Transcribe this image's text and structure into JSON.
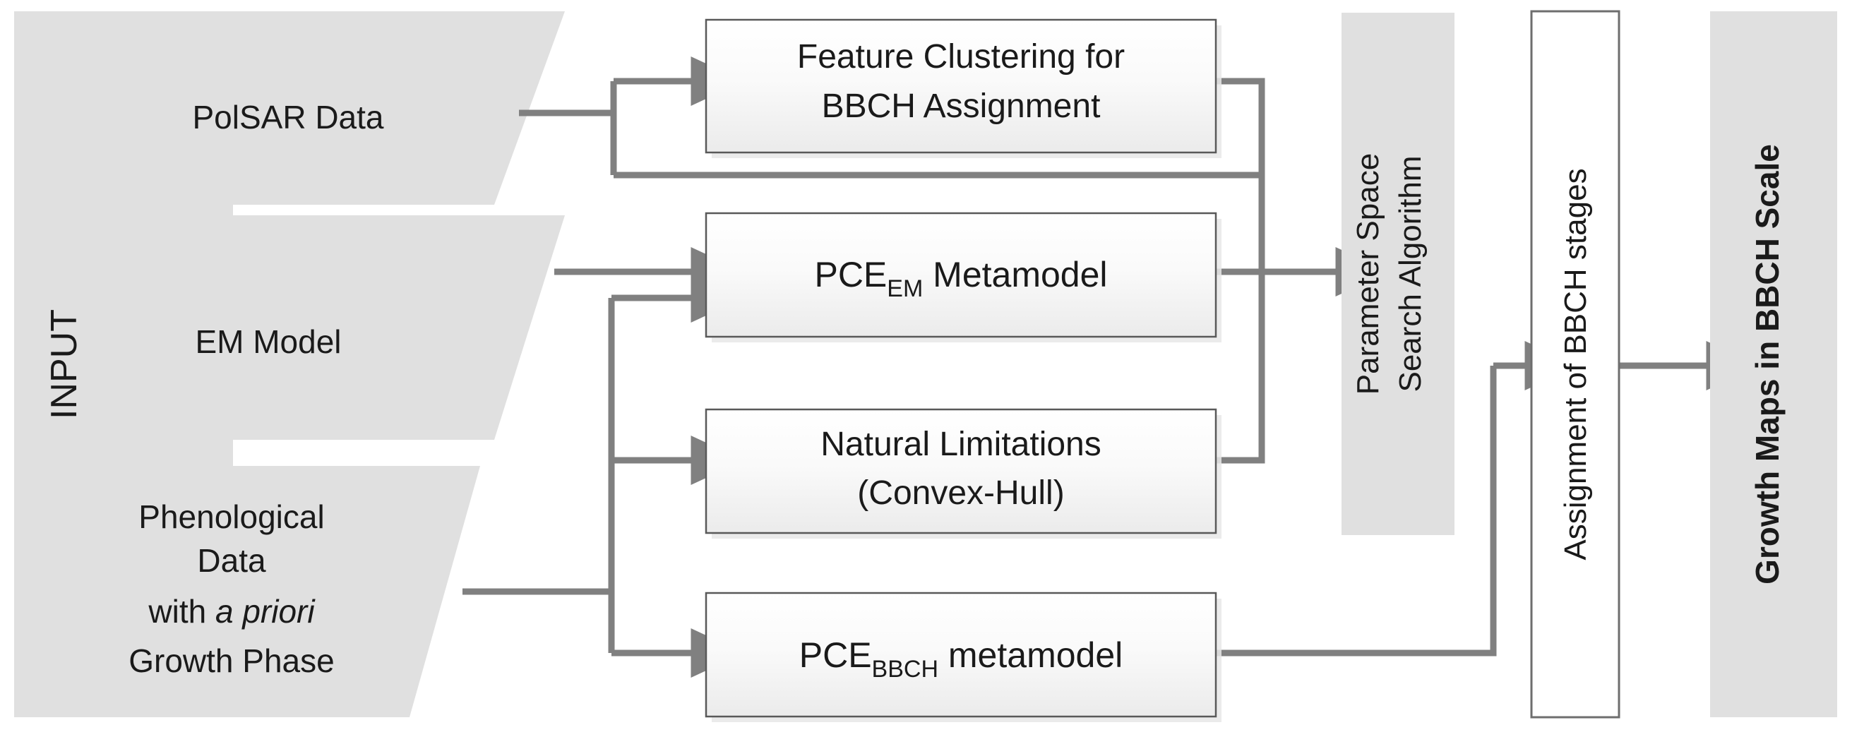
{
  "diagram": {
    "title": "PolSAR BBCH growth-stage retrieval workflow",
    "colors": {
      "panel_gray": "#e0e0e0",
      "connector_gray": "#808080",
      "box_border": "#595959",
      "box_fill_top": "#fefefe",
      "box_fill_bottom": "#ededed",
      "text": "#1a1a1a",
      "background": "#ffffff"
    }
  },
  "input_panel": {
    "label": "INPUT",
    "orientation": "vertical-bottom-to-top",
    "items": [
      {
        "id": "polsar",
        "label": "PolSAR Data",
        "shape": "parallelogram"
      },
      {
        "id": "em-model",
        "label": "EM Model",
        "shape": "parallelogram"
      },
      {
        "id": "phenological",
        "shape": "parallelogram",
        "lines": [
          {
            "text": "Phenological",
            "style": "normal"
          },
          {
            "text": "Data",
            "style": "normal"
          },
          {
            "text_before": "with ",
            "text_italic": "a priori",
            "style": "mixed"
          },
          {
            "text": "Growth Phase",
            "style": "normal"
          }
        ]
      }
    ]
  },
  "process_boxes": [
    {
      "id": "feature-clustering",
      "lines": [
        "Feature Clustering for",
        "BBCH Assignment"
      ],
      "subscript": null
    },
    {
      "id": "pce-em-metamodel",
      "prefix": "PCE",
      "subscript": "EM",
      "suffix": " Metamodel",
      "lines": [
        "PCE",
        "Metamodel"
      ]
    },
    {
      "id": "natural-limitations",
      "lines": [
        "Natural Limitations",
        "(Convex-Hull)"
      ],
      "subscript": null
    },
    {
      "id": "pce-bbch-metamodel",
      "prefix": "PCE",
      "subscript": "BBCH",
      "suffix": " metamodel",
      "lines": [
        "PCE",
        "metamodel"
      ]
    }
  ],
  "stage_columns": [
    {
      "id": "parameter-space-search",
      "lines": [
        "Parameter Space",
        "Search Algorithm"
      ],
      "fill": "gray",
      "bordered": false,
      "bold": false
    },
    {
      "id": "assignment-bbch-stages",
      "lines": [
        "Assignment of BBCH stages"
      ],
      "fill": "white",
      "bordered": true,
      "bold": false
    },
    {
      "id": "growth-maps-bbch-scale",
      "lines": [
        "Growth Maps in BBCH Scale"
      ],
      "fill": "gray",
      "bordered": false,
      "bold": true
    }
  ],
  "connectors": [
    {
      "id": "polsar-to-feature-clustering",
      "from": "polsar",
      "to": "feature-clustering",
      "arrow": true
    },
    {
      "id": "polsar-bypass-to-parameter-space",
      "from": "polsar",
      "to": "parameter-space-search",
      "arrow": true
    },
    {
      "id": "em-model-to-pce-em",
      "from": "em-model",
      "to": "pce-em-metamodel",
      "arrow": true
    },
    {
      "id": "phenological-to-pce-em",
      "from": "phenological",
      "to": "pce-em-metamodel",
      "arrow": true
    },
    {
      "id": "phenological-to-natural-limitations",
      "from": "phenological",
      "to": "natural-limitations",
      "arrow": true
    },
    {
      "id": "phenological-to-pce-bbch",
      "from": "phenological",
      "to": "pce-bbch-metamodel",
      "arrow": true
    },
    {
      "id": "feature-clustering-to-parameter-space",
      "from": "feature-clustering",
      "to": "parameter-space-search",
      "arrow": true
    },
    {
      "id": "pce-em-to-parameter-space",
      "from": "pce-em-metamodel",
      "to": "parameter-space-search",
      "arrow": true
    },
    {
      "id": "natural-limitations-to-parameter-space",
      "from": "natural-limitations",
      "to": "parameter-space-search",
      "arrow": true
    },
    {
      "id": "pce-bbch-to-assignment",
      "from": "pce-bbch-metamodel",
      "to": "assignment-bbch-stages",
      "arrow": true
    },
    {
      "id": "parameter-space-to-assignment",
      "from": "parameter-space-search",
      "to": "assignment-bbch-stages",
      "arrow": true
    },
    {
      "id": "assignment-to-growth-maps",
      "from": "assignment-bbch-stages",
      "to": "growth-maps-bbch-scale",
      "arrow": true
    }
  ]
}
